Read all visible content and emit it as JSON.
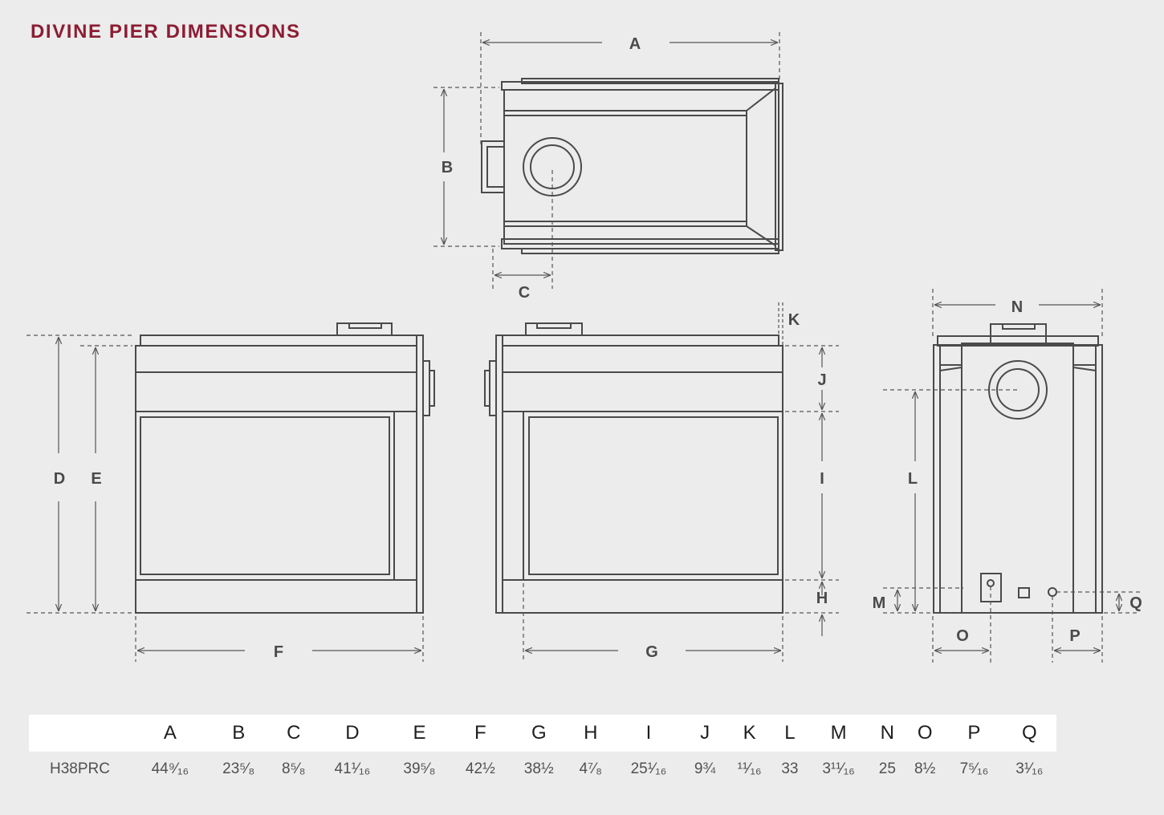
{
  "title": "DIVINE PIER DIMENSIONS",
  "dimension_labels": {
    "A": "A",
    "B": "B",
    "C": "C",
    "D": "D",
    "E": "E",
    "F": "F",
    "G": "G",
    "H": "H",
    "I": "I",
    "J": "J",
    "K": "K",
    "L": "L",
    "M": "M",
    "N": "N",
    "O": "O",
    "P": "P",
    "Q": "Q"
  },
  "table": {
    "headers": [
      "A",
      "B",
      "C",
      "D",
      "E",
      "F",
      "G",
      "H",
      "I",
      "J",
      "K",
      "L",
      "M",
      "N",
      "O",
      "P",
      "Q"
    ],
    "rows": [
      {
        "model": "H38PRC",
        "values": [
          "44⁹⁄₁₆",
          "23⁵⁄₈",
          "8⁵⁄₈",
          "41¹⁄₁₆",
          "39⁵⁄₈",
          "42½",
          "38½",
          "4⁷⁄₈",
          "25¹⁄₁₆",
          "9¾",
          "¹¹⁄₁₆",
          "33",
          "3¹¹⁄₁₆",
          "25",
          "8½",
          "7⁵⁄₁₆",
          "3¹⁄₁₆"
        ]
      }
    ]
  },
  "colors": {
    "title": "#8c1d33",
    "line": "#4a4a4a",
    "background": "#ececec",
    "table_header": "#ffffff"
  }
}
